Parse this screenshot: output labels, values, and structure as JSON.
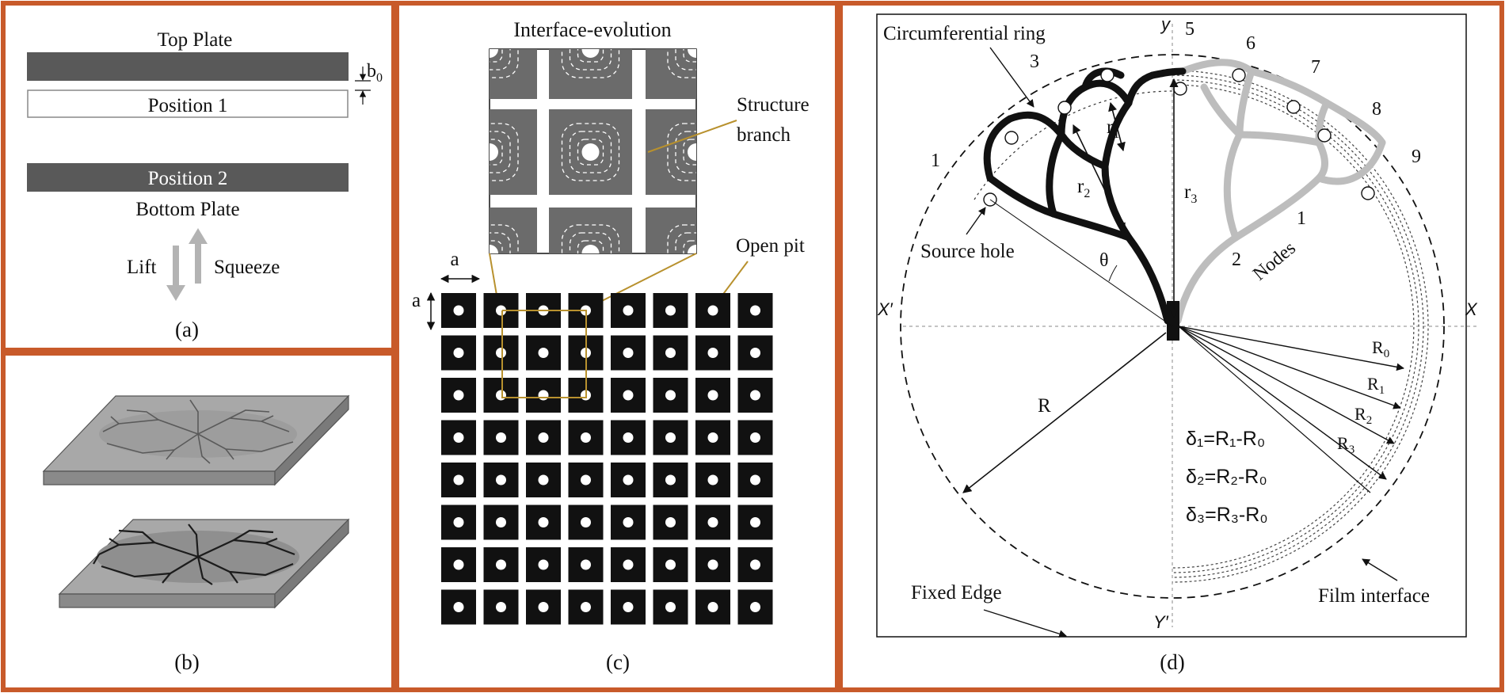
{
  "colors": {
    "frame": "#c85a2a",
    "plate": "#595959",
    "dark": "#111111",
    "lightbranch": "#bdbdbd",
    "lead": "#b8912e"
  },
  "panel_a": {
    "top_plate": "Top Plate",
    "b0": "b",
    "b0_sub": "0",
    "position1": "Position 1",
    "position2": "Position 2",
    "bottom_plate": "Bottom Plate",
    "lift": "Lift",
    "squeeze": "Squeeze",
    "caption": "(a)"
  },
  "panel_b": {
    "caption": "(b)"
  },
  "panel_c": {
    "inset_title": "Interface-evolution",
    "structure_branch_1": "Structure",
    "structure_branch_2": "branch",
    "a_horizontal": "a",
    "a_vertical": "a",
    "open_pit": "Open pit",
    "grid_rows": 8,
    "grid_cols": 8,
    "caption": "(c)"
  },
  "panel_d": {
    "circumferential_ring": "Circumferential ring",
    "axis_y": "y",
    "axis_yprime": "Y′",
    "axis_xprime": "X′",
    "axis_x": "X",
    "ring_numbers": [
      "1",
      "3",
      "5",
      "6",
      "7",
      "8",
      "9"
    ],
    "r1": "r",
    "r1_sub": "1",
    "r2": "r",
    "r2_sub": "2",
    "r3": "r",
    "r3_sub": "3",
    "theta": "θ",
    "source_hole": "Source hole",
    "node_1": "1",
    "node_2": "2",
    "nodes": "Nodes",
    "R": "R",
    "R0": "R",
    "R0_sub": "0",
    "Rr1": "R",
    "Rr1_sub": "1",
    "Rr2": "R",
    "Rr2_sub": "2",
    "Rr3": "R",
    "Rr3_sub": "3",
    "eq1": "δ₁=R₁-R₀",
    "eq2": "δ₂=R₂-R₀",
    "eq3": "δ₃=R₃-R₀",
    "fixed_edge": "Fixed Edge",
    "film_interface": "Film interface",
    "caption": "(d)"
  }
}
